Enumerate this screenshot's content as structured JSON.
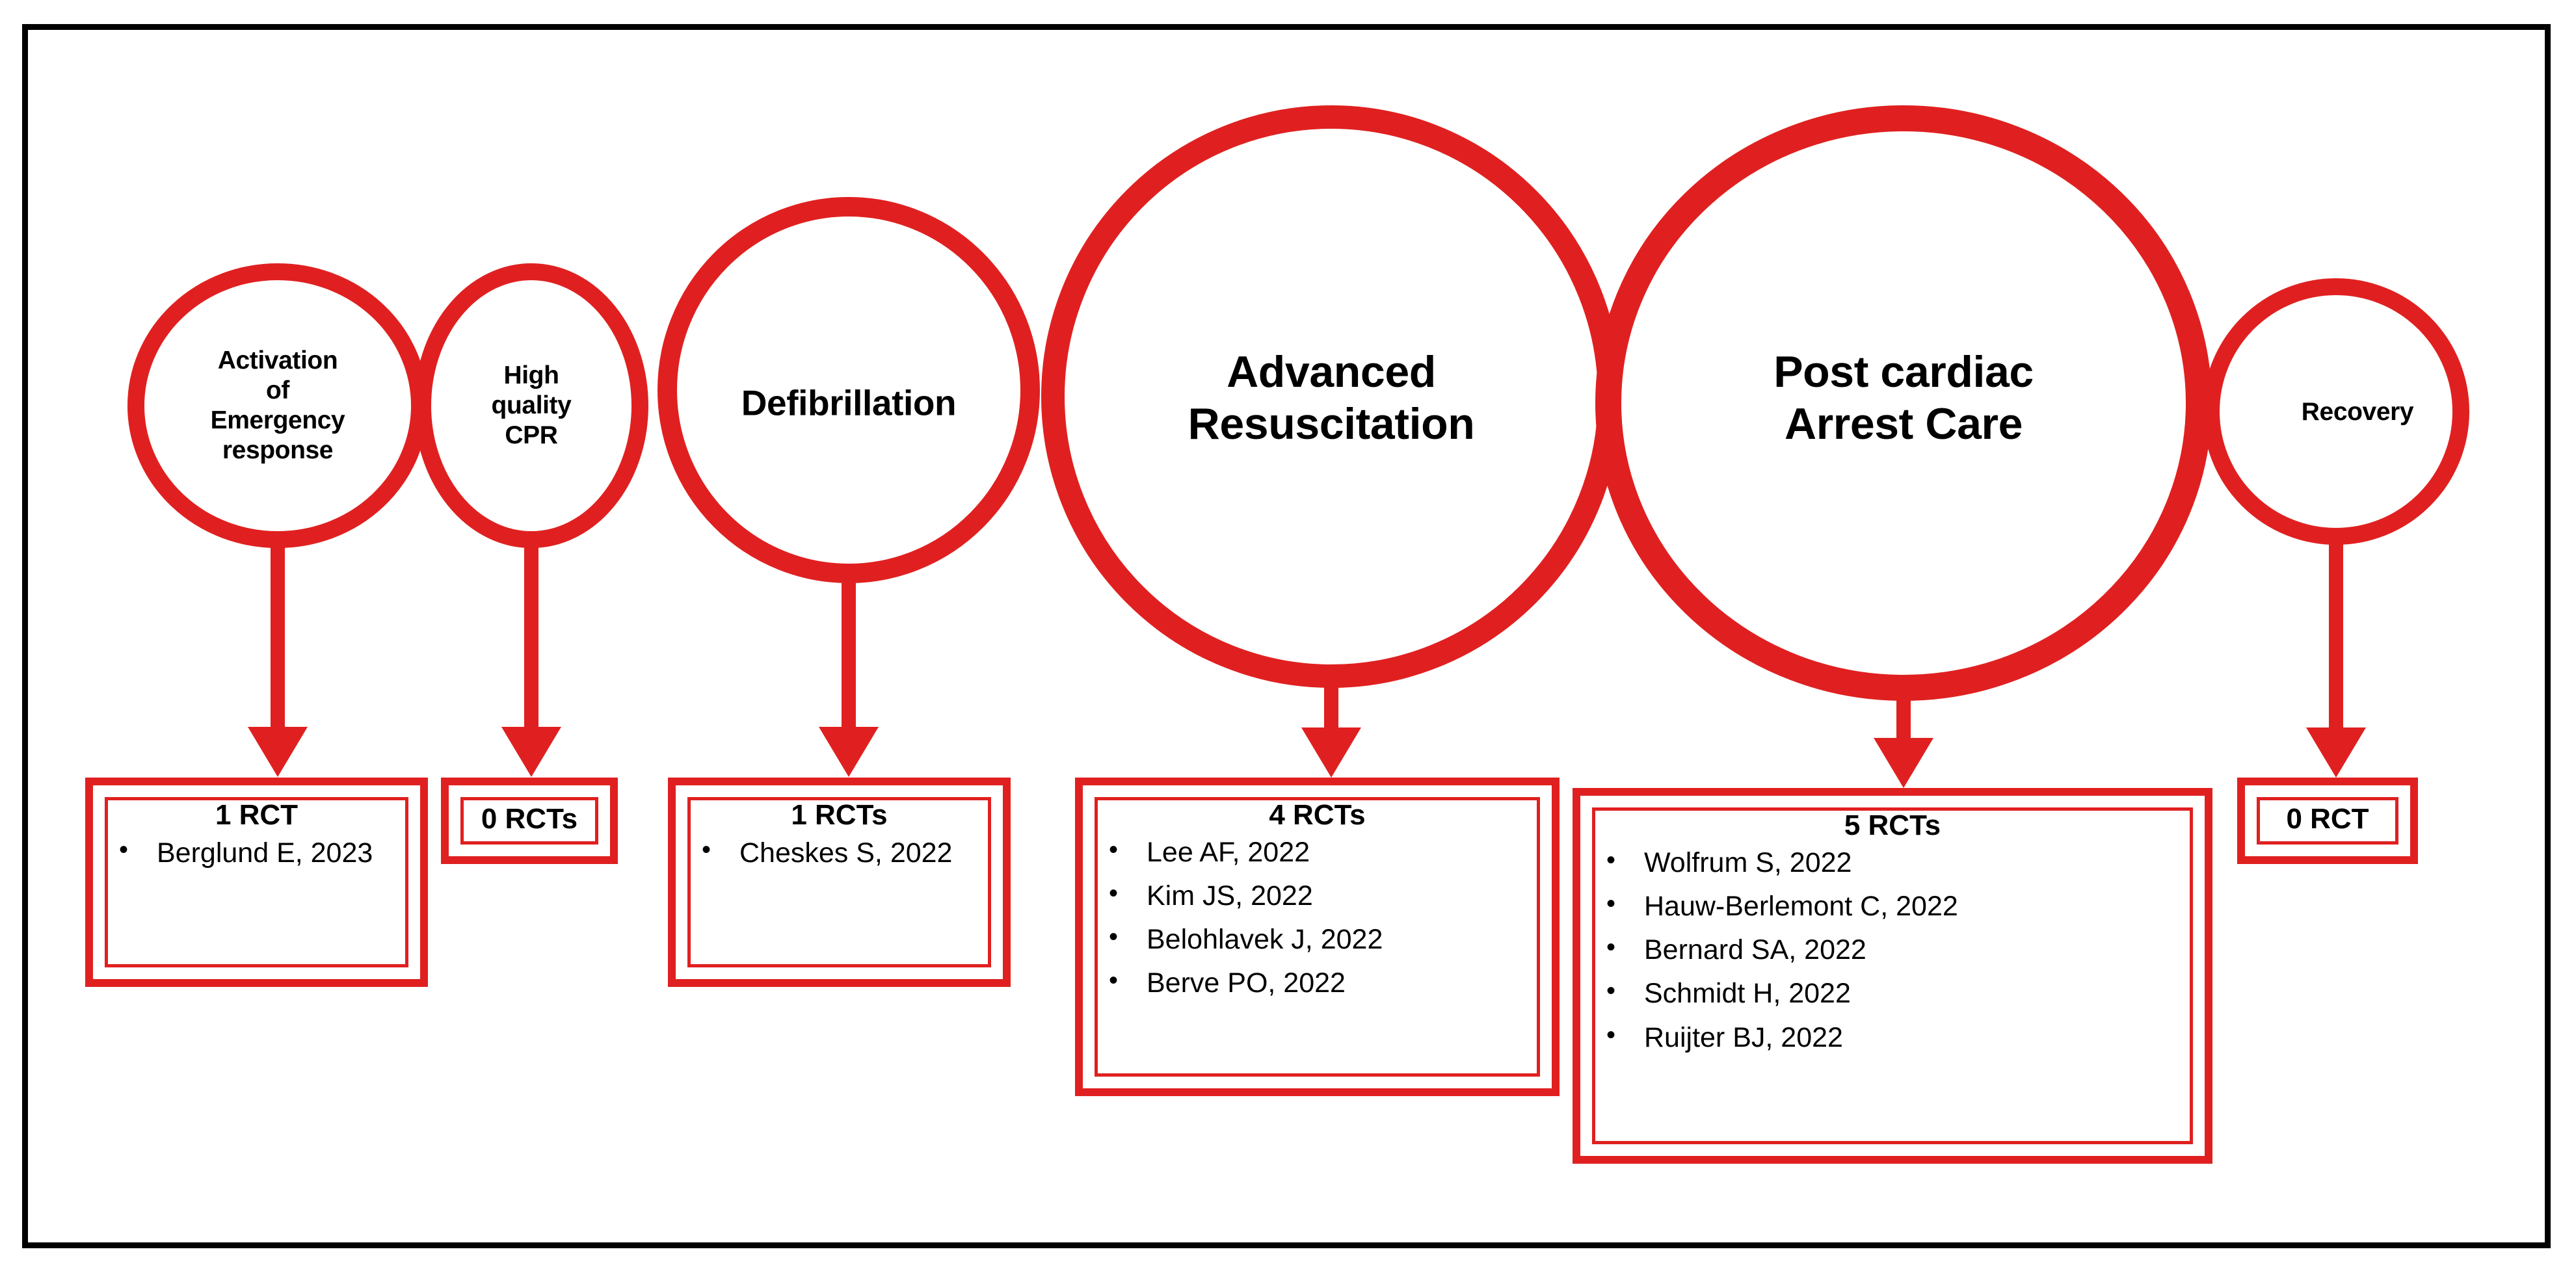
{
  "figure": {
    "accent_color": "#e02020",
    "frame_color": "#000000",
    "background": "#ffffff"
  },
  "chain": {
    "links": [
      {
        "id": "activation",
        "label": "Activation\nof\nEmergency\nresponse",
        "size": "sm"
      },
      {
        "id": "cpr",
        "label": "High\nquality\nCPR",
        "size": "sm"
      },
      {
        "id": "defibrillation",
        "label": "Defibrillation",
        "size": "md"
      },
      {
        "id": "advanced",
        "label": "Advanced\nResuscitation",
        "size": "lg"
      },
      {
        "id": "postarrest",
        "label": "Post cardiac\nArrest Care",
        "size": "lg"
      },
      {
        "id": "recovery",
        "label": "Recovery",
        "size": "sm"
      }
    ]
  },
  "evidence": {
    "activation": {
      "title": "1 RCT",
      "items": [
        "Berglund E, 2023"
      ]
    },
    "cpr": {
      "title": "0 RCTs",
      "items": []
    },
    "defibrillation": {
      "title": "1 RCTs",
      "items": [
        "Cheskes S, 2022"
      ]
    },
    "advanced": {
      "title": "4 RCTs",
      "items": [
        "Lee AF, 2022",
        "Kim JS, 2022",
        "Belohlavek J, 2022",
        "Berve PO, 2022"
      ]
    },
    "postarrest": {
      "title": "5 RCTs",
      "items": [
        "Wolfrum S, 2022",
        "Hauw-Berlemont C, 2022",
        "Bernard  SA, 2022",
        "Schmidt H, 2022",
        "Ruijter BJ, 2022"
      ]
    },
    "recovery": {
      "title": "0 RCT",
      "items": []
    }
  }
}
